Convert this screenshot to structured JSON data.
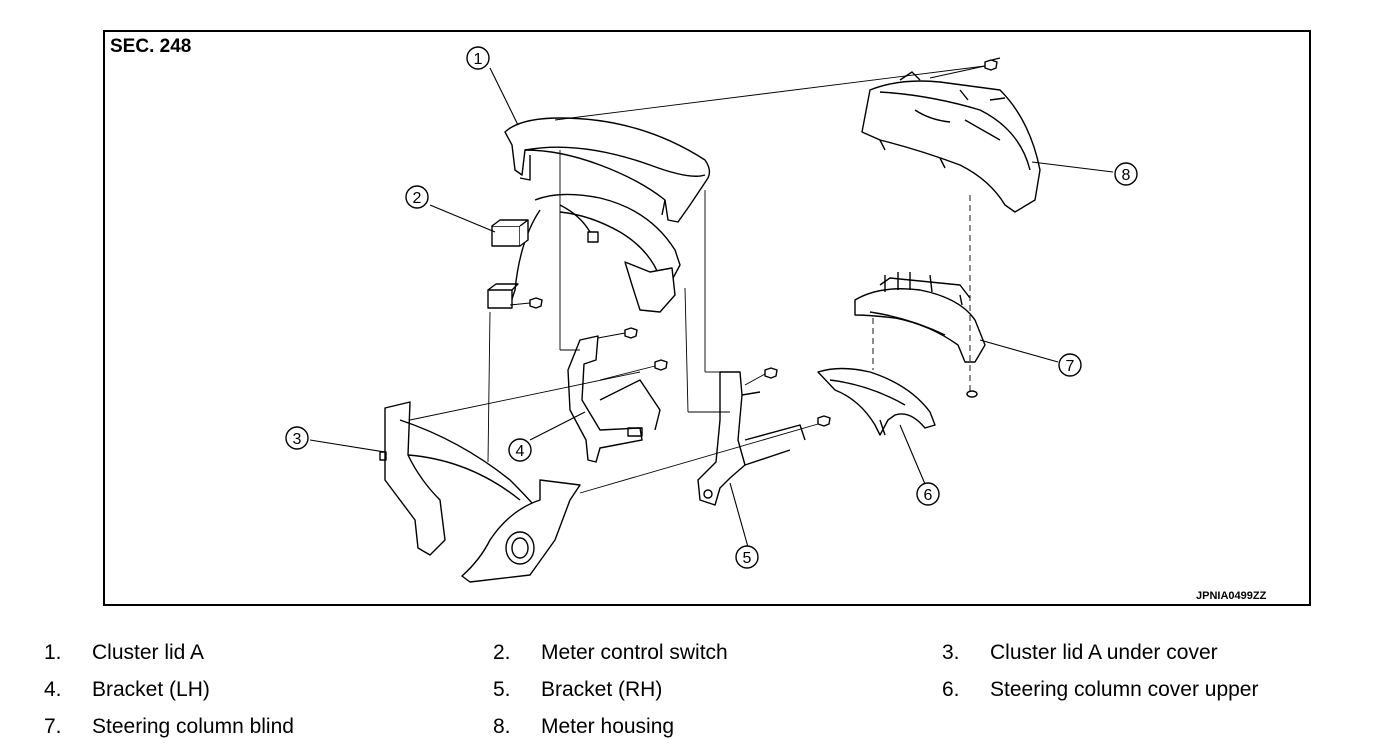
{
  "diagram": {
    "section": "SEC. 248",
    "figure_code": "JPNIA0499ZZ",
    "callouts": [
      "1",
      "2",
      "3",
      "4",
      "5",
      "6",
      "7",
      "8"
    ]
  },
  "legend": [
    {
      "num": "1.",
      "label": "Cluster lid A"
    },
    {
      "num": "2.",
      "label": "Meter control switch"
    },
    {
      "num": "3.",
      "label": "Cluster lid A under cover"
    },
    {
      "num": "4.",
      "label": "Bracket (LH)"
    },
    {
      "num": "5.",
      "label": "Bracket (RH)"
    },
    {
      "num": "6.",
      "label": "Steering column cover upper"
    },
    {
      "num": "7.",
      "label": "Steering column blind"
    },
    {
      "num": "8.",
      "label": "Meter housing"
    }
  ]
}
